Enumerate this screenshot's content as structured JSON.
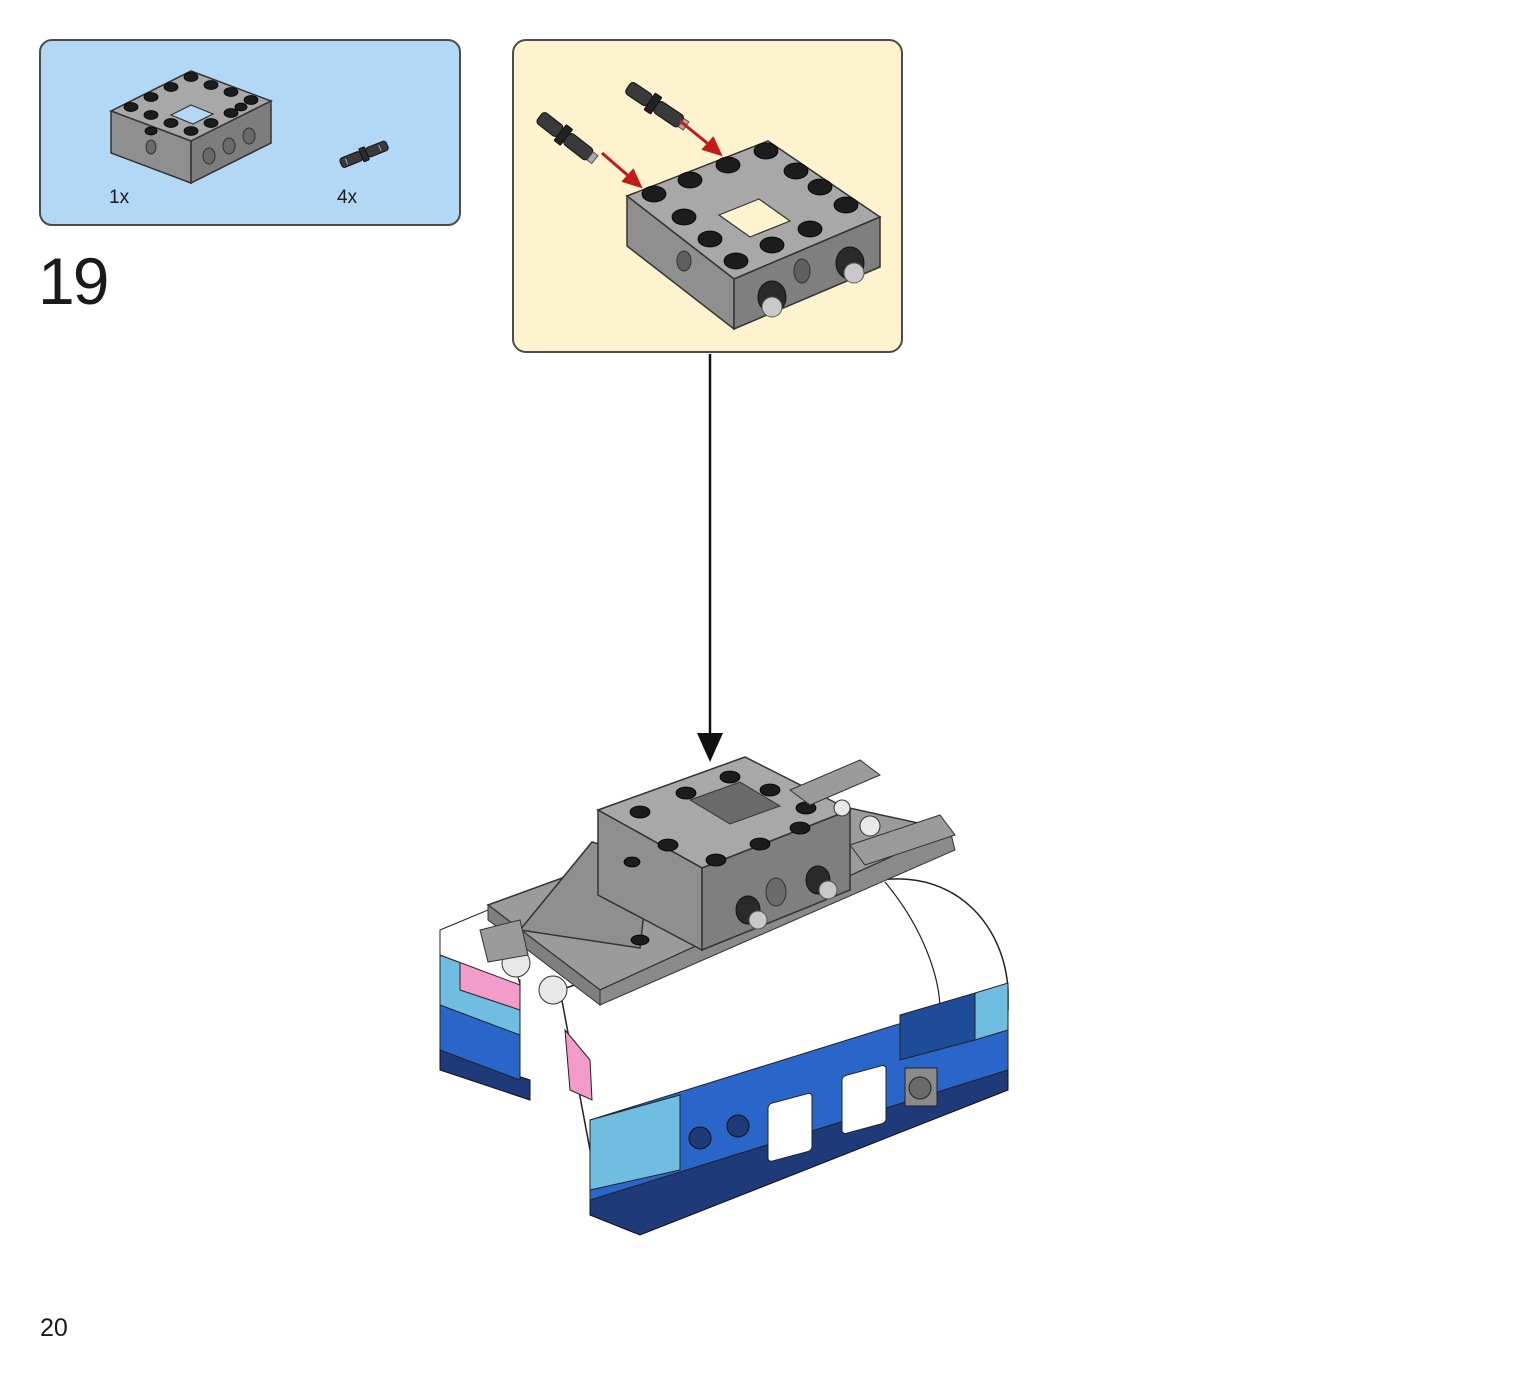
{
  "parts_list": {
    "items": [
      {
        "name": "technic-brick-4x4-open-center",
        "color": "#8f8f8f",
        "quantity": "1x"
      },
      {
        "name": "friction-pin-black",
        "color": "#1f1f1f",
        "quantity": "4x"
      }
    ]
  },
  "step": {
    "number": "19"
  },
  "sub_assembly": {
    "callout_bg": "#fdf4cf",
    "arrow_color": "#c41a1a"
  },
  "colors": {
    "parts_bg": "#b3d8f5",
    "train_blue": "#2a66c9",
    "train_light_blue": "#6fbde0",
    "train_dark_blue": "#1e3a78",
    "train_pink": "#f39ccc",
    "brick_gray": "#9b9b9b"
  },
  "page": {
    "number": "20"
  }
}
